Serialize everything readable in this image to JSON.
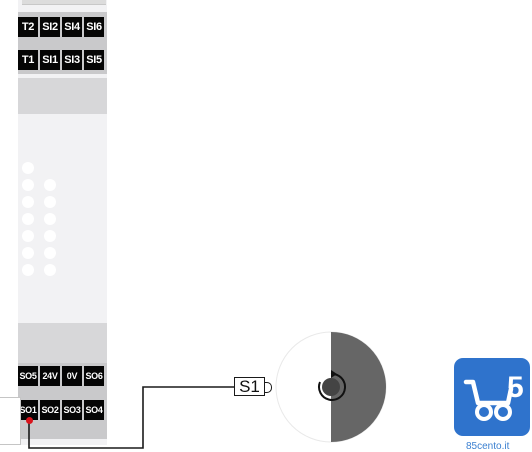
{
  "module": {
    "top_terminals_row1": [
      "T2",
      "SI2",
      "SI4",
      "SI6"
    ],
    "top_terminals_row2": [
      "T1",
      "SI1",
      "SI3",
      "SI5"
    ],
    "bottom_terminals_row1": [
      "SO5",
      "24V",
      "0V",
      "SO6"
    ],
    "bottom_terminals_row2": [
      "SO1",
      "SO2",
      "SO3",
      "SO4"
    ]
  },
  "switch": {
    "label": "S1"
  },
  "logo": {
    "text": "85cento.it",
    "digit": "5"
  },
  "colors": {
    "terminal": "#050505",
    "wire": "#1a1a1a",
    "connection_dot": "#d9141c",
    "knob_dark": "#666666",
    "logo_blue": "#2f73cc"
  }
}
